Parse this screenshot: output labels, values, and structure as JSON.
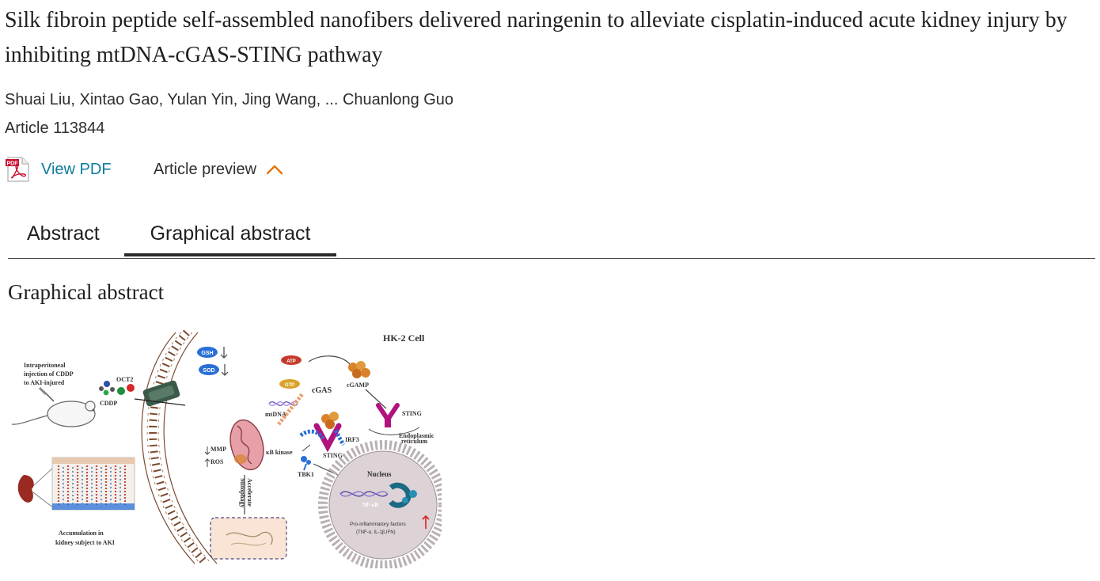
{
  "article": {
    "title": "Silk fibroin peptide self-assembled nanofibers delivered naringenin to alleviate cisplatin-induced acute kidney injury by inhibiting mtDNA-cGAS-STING pathway",
    "authors": "Shuai Liu, Xintao Gao, Yulan Yin, Jing Wang, ... Chuanlong Guo",
    "article_number": "Article 113844"
  },
  "actions": {
    "view_pdf": "View PDF",
    "pdf_icon_label": "PDF",
    "article_preview": "Article preview"
  },
  "tabs": [
    {
      "label": "Abstract",
      "selected": false
    },
    {
      "label": "Graphical abstract",
      "selected": true
    }
  ],
  "section_heading": "Graphical abstract",
  "graphical_abstract": {
    "cell_label": "HK-2 Cell",
    "injection_text": [
      "Intraperitoneal",
      "injection of CDDP",
      "to AKI-injured"
    ],
    "oct2": "OCT2",
    "cddp": "CDDP",
    "gsh": "GSH",
    "sod": "SOD",
    "atp": "ATP",
    "gtp": "GTP",
    "cgas": "cGAS",
    "cgamp": "cGAMP",
    "mtdna": "mtDNA",
    "sting": "STING",
    "er_label": [
      "Endoplasmic",
      "reticulum"
    ],
    "irf3": "IRF3",
    "mmp": "MMP",
    "ros": "ROS",
    "kb_kinase": "κB kinase",
    "sting_inner": "STING",
    "tbk1": "TBK1",
    "mitophagy": [
      "Accelerate",
      "Mitophagy"
    ],
    "nucleus": "Nucleus",
    "nfkb": "NF-κB",
    "pro_inflammatory": "Pro-inflammatory factors",
    "cytokines": "(TNF-α, IL-1β,IFN)",
    "accumulation": [
      "Accumulation in",
      "kidney subject to AKI"
    ],
    "colors": {
      "membrane": "#7a4a30",
      "channel": "#3c5a4a",
      "blue_marker": "#2a6fd6",
      "orange": "#d9822b",
      "magenta": "#b0127e",
      "nucleus_ring": "#b9b0b4",
      "arrow_red": "#d62020",
      "accent_orange": "#e8730c",
      "link_blue": "#0c7d9c"
    }
  }
}
